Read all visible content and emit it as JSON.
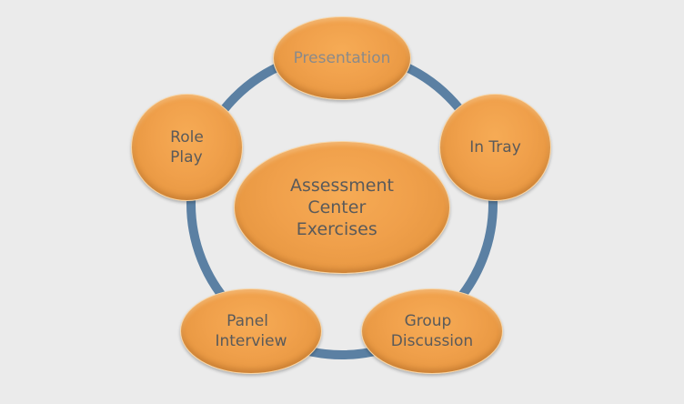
{
  "diagram": {
    "ring_color": "#5b80a3",
    "node_color": "#f0a04b",
    "text_color": "#5a5a5a",
    "center": {
      "lines": [
        "Assessment",
        "Center",
        "Exercises"
      ]
    },
    "nodes": [
      {
        "id": "presentation",
        "lines": [
          "Presentation"
        ]
      },
      {
        "id": "in-tray",
        "lines": [
          "In Tray"
        ]
      },
      {
        "id": "group-discussion",
        "lines": [
          "Group",
          "Discussion"
        ]
      },
      {
        "id": "panel-interview",
        "lines": [
          "Panel",
          "Interview"
        ]
      },
      {
        "id": "role-play",
        "lines": [
          "Role",
          "Play"
        ]
      }
    ]
  }
}
